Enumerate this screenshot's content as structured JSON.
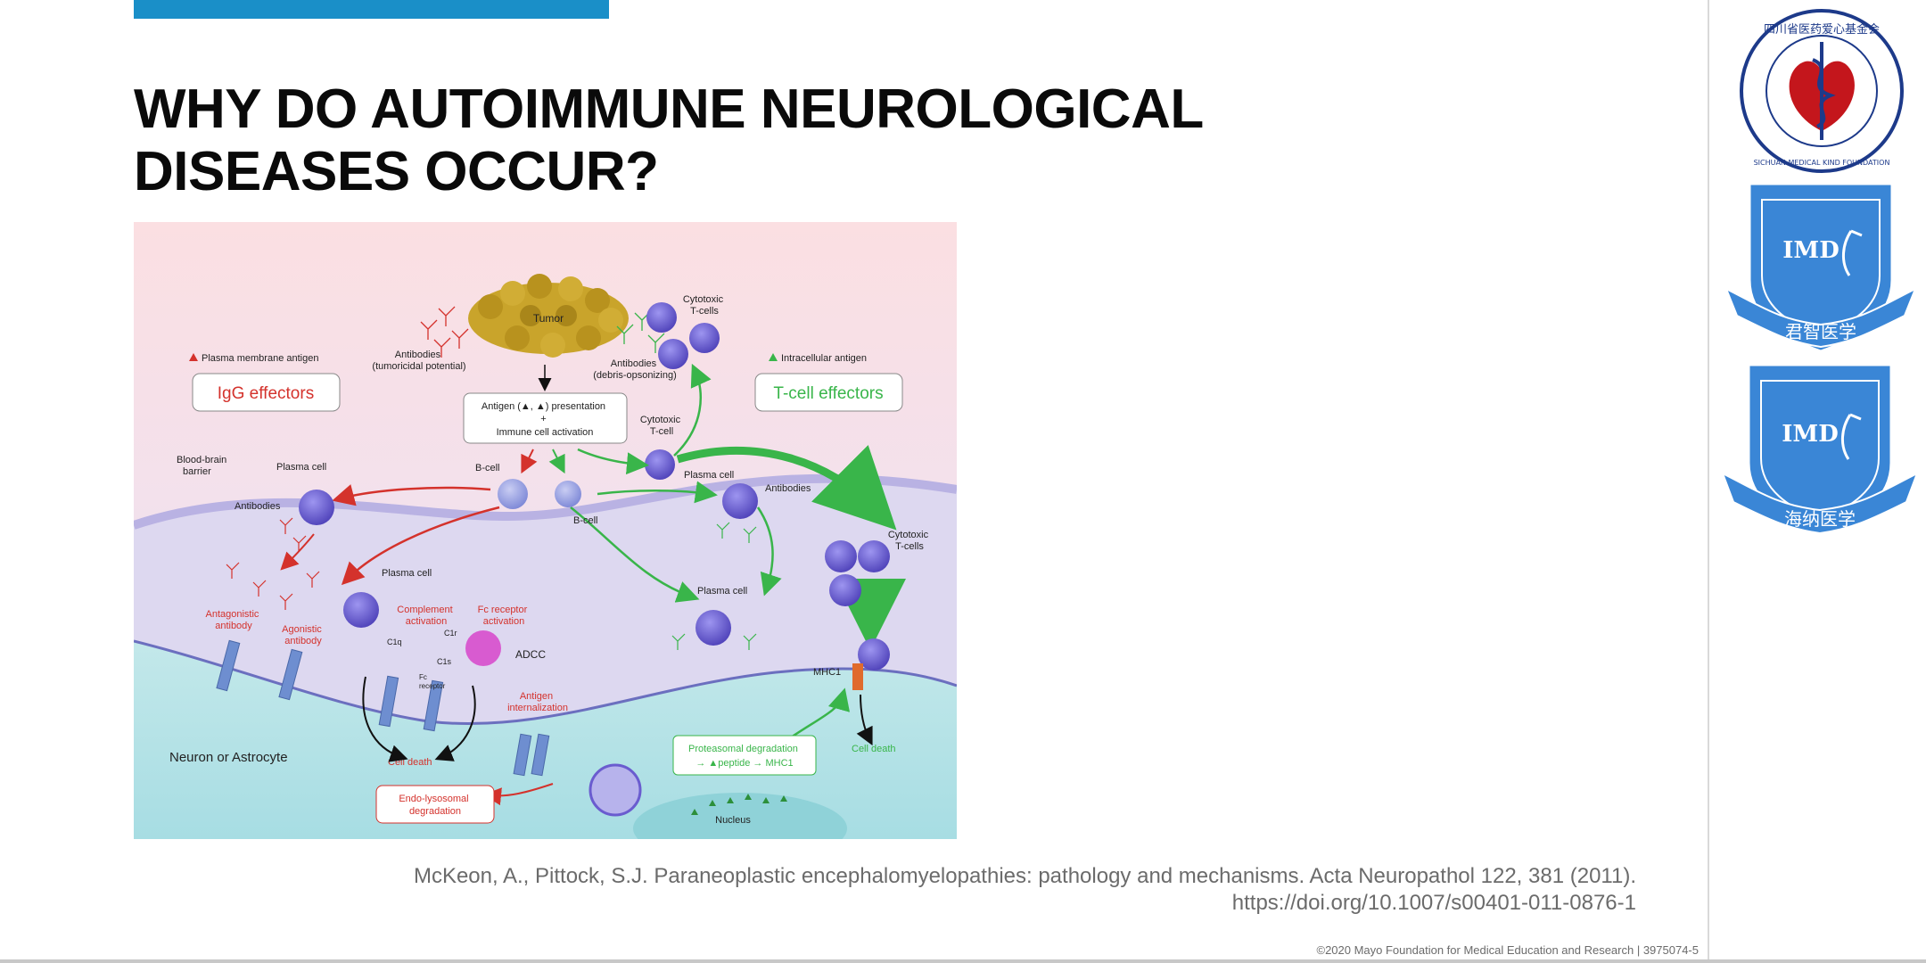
{
  "slide": {
    "title_line1": "WHY DO AUTOIMMUNE NEUROLOGICAL",
    "title_line2": "DISEASES OCCUR?",
    "citation_line1": "McKeon, A., Pittock, S.J. Paraneoplastic encephalomyelopathies: pathology and mechanisms. Acta Neuropathol 122, 381 (2011).",
    "citation_line2": "https://doi.org/10.1007/s00401-011-0876-1",
    "copyright": "©2020 Mayo Foundation for Medical Education and Research  |  3975074-5"
  },
  "figure": {
    "tumor": "Tumor",
    "cytotoxic_top": [
      "Cytotoxic",
      "T-cells"
    ],
    "antibodies_tumoricidal": [
      "Antibodies",
      "(tumoricidal potential)"
    ],
    "antibodies_debris": [
      "Antibodies",
      "(debris-opsonizing)"
    ],
    "plasma_membrane_antigen": "Plasma membrane antigen",
    "intracellular_antigen": "Intracellular antigen",
    "igg_effectors": "IgG effectors",
    "tcell_effectors": "T-cell effectors",
    "antigen_presentation": [
      "Antigen (▲, ▲) presentation",
      "+",
      "Immune cell activation"
    ],
    "cytotoxic_tcell_mid": [
      "Cytotoxic",
      "T-cell"
    ],
    "bbb": [
      "Blood-brain",
      "barrier"
    ],
    "plasma_cell": "Plasma cell",
    "b_cell": "B-cell",
    "antibodies": "Antibodies",
    "cytotoxic_right": [
      "Cytotoxic",
      "T-cells"
    ],
    "antagonistic_antibody": [
      "Antagonistic",
      "antibody"
    ],
    "agonistic_antibody": [
      "Agonistic",
      "antibody"
    ],
    "complement_activation": [
      "Complement",
      "activation"
    ],
    "fc_receptor_activation": [
      "Fc receptor",
      "activation"
    ],
    "adcc": "ADCC",
    "c1q": "C1q",
    "c1r": "C1r",
    "c1s": "C1s",
    "fc_receptor": [
      "Fc",
      "receptor"
    ],
    "antigen_internalization": [
      "Antigen",
      "internalization"
    ],
    "mhc1": "MHC1",
    "cell_death": "Cell death",
    "neuron_or_astrocyte": "Neuron or Astrocyte",
    "endo_lysosomal": [
      "Endo-lysosomal",
      "degradation"
    ],
    "proteasomal": [
      "Proteasomal degradation",
      "→ ▲peptide → MHC1"
    ],
    "nucleus": "Nucleus",
    "colors": {
      "red": "#d4322c",
      "green": "#39b54a",
      "cell": "#6a5ccf",
      "tumor": "#c9a42b"
    }
  },
  "logos": {
    "sichuan_ring_text": "四川省医药爱心基金会",
    "sichuan_ring_text_en": "SICHUAN MEDICAL KIND FOUNDATION",
    "imd_text": "IMD",
    "junzhi": "君智医学",
    "haina": "海纳医学"
  }
}
